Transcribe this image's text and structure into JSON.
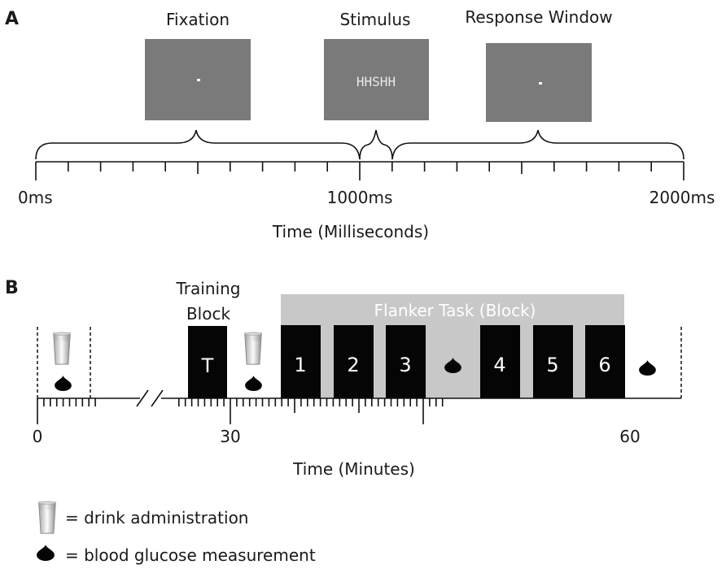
{
  "panel_a": {
    "letter": "A",
    "screens": [
      {
        "label": "Fixation",
        "content": "",
        "type": "fixation"
      },
      {
        "label": "Stimulus",
        "content": "HHSHH",
        "type": "stimulus"
      },
      {
        "label": "Response Window",
        "content": "",
        "type": "fixation"
      }
    ],
    "axis": {
      "tick_labels": [
        "0ms",
        "1000ms",
        "2000ms"
      ],
      "title": "Time (Milliseconds)"
    }
  },
  "panel_b": {
    "letter": "B",
    "training_label_line1": "Training",
    "training_label_line2": "Block",
    "training_block": "T",
    "flanker_title": "Flanker Task (Block)",
    "blocks": [
      "1",
      "2",
      "3",
      "4",
      "5",
      "6"
    ],
    "axis": {
      "tick_labels": [
        "0",
        "30",
        "60"
      ],
      "title": "Time (Minutes)"
    }
  },
  "legend": {
    "drink": "= drink administration",
    "glucose": "= blood glucose measurement"
  },
  "colors": {
    "screen_gray": "#7a7a7a",
    "block_black": "#050505",
    "flanker_gray": "#c8c8c8",
    "stimulus_text": "#e8e8e8"
  }
}
